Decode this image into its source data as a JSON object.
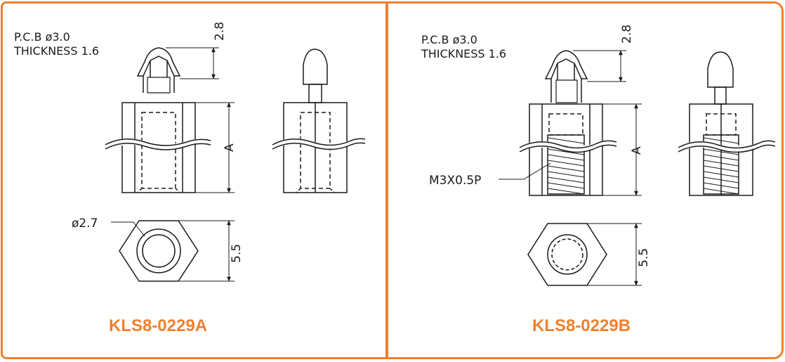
{
  "panels": [
    {
      "model": "KLS8-0229A",
      "pcb_note": "P.C.B  ø3.0",
      "thickness_note": "THICKNESS  1.6",
      "top_dim": "2.8",
      "height_dim": "A",
      "hole_dim": "ø2.7",
      "hex_dim": "5.5"
    },
    {
      "model": "KLS8-0229B",
      "pcb_note": "P.C.B  ø3.0",
      "thickness_note": "THICKNESS  1.6",
      "top_dim": "2.8",
      "height_dim": "A",
      "thread_dim": "M3X0.5P",
      "hex_dim": "5.5"
    }
  ],
  "colors": {
    "accent": "#f0802d",
    "line": "#1a1a1a"
  }
}
